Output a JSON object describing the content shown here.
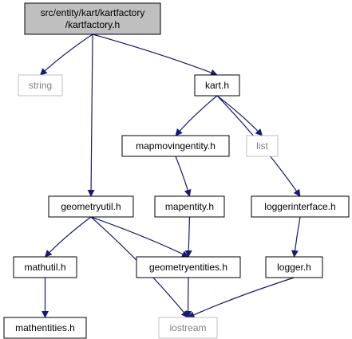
{
  "colors": {
    "edge": "#191970",
    "node_border": "#000000",
    "external_border": "#bfbfbf",
    "root_fill": "#bfbfbf",
    "node_fill": "#ffffff",
    "external_text": "#7f7f7f"
  },
  "nodes": [
    {
      "id": "kartfactory",
      "lines": [
        "src/entity/kart/kartfactory",
        "/kartfactory.h"
      ],
      "kind": "root"
    },
    {
      "id": "string",
      "lines": [
        "string"
      ],
      "kind": "external"
    },
    {
      "id": "kart",
      "lines": [
        "kart.h"
      ],
      "kind": "file"
    },
    {
      "id": "mapmovingentity",
      "lines": [
        "mapmovingentity.h"
      ],
      "kind": "file"
    },
    {
      "id": "list",
      "lines": [
        "list"
      ],
      "kind": "external"
    },
    {
      "id": "geometryutil",
      "lines": [
        "geometryutil.h"
      ],
      "kind": "file"
    },
    {
      "id": "mapentity",
      "lines": [
        "mapentity.h"
      ],
      "kind": "file"
    },
    {
      "id": "loggerinterface",
      "lines": [
        "loggerinterface.h"
      ],
      "kind": "file"
    },
    {
      "id": "mathutil",
      "lines": [
        "mathutil.h"
      ],
      "kind": "file"
    },
    {
      "id": "geometryentities",
      "lines": [
        "geometryentities.h"
      ],
      "kind": "file"
    },
    {
      "id": "logger",
      "lines": [
        "logger.h"
      ],
      "kind": "file"
    },
    {
      "id": "mathentities",
      "lines": [
        "mathentities.h"
      ],
      "kind": "file"
    },
    {
      "id": "iostream",
      "lines": [
        "iostream"
      ],
      "kind": "external"
    }
  ],
  "edges": [
    {
      "from": "kartfactory",
      "to": "string"
    },
    {
      "from": "kartfactory",
      "to": "geometryutil"
    },
    {
      "from": "kartfactory",
      "to": "kart"
    },
    {
      "from": "kart",
      "to": "mapmovingentity"
    },
    {
      "from": "kart",
      "to": "list"
    },
    {
      "from": "kart",
      "to": "loggerinterface"
    },
    {
      "from": "mapmovingentity",
      "to": "mapentity"
    },
    {
      "from": "geometryutil",
      "to": "mathutil"
    },
    {
      "from": "geometryutil",
      "to": "geometryentities"
    },
    {
      "from": "geometryutil",
      "to": "iostream"
    },
    {
      "from": "mapentity",
      "to": "geometryentities"
    },
    {
      "from": "loggerinterface",
      "to": "logger"
    },
    {
      "from": "mathutil",
      "to": "mathentities"
    },
    {
      "from": "geometryentities",
      "to": "iostream"
    },
    {
      "from": "logger",
      "to": "iostream"
    }
  ]
}
